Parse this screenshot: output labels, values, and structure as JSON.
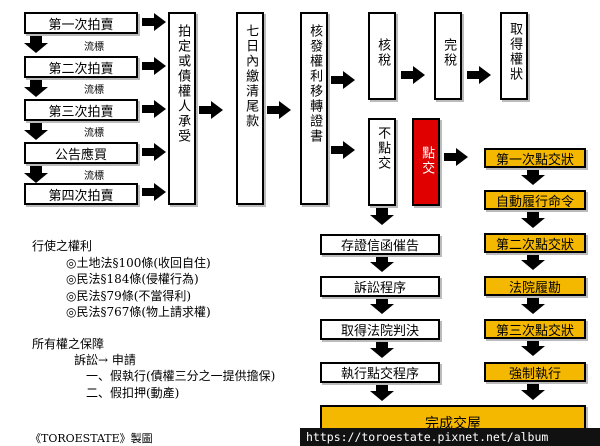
{
  "auctions": [
    {
      "label": "第一次拍賣",
      "note": "流標"
    },
    {
      "label": "第二次拍賣",
      "note": "流標"
    },
    {
      "label": "第三次拍賣",
      "note": "流標"
    },
    {
      "label": "公告應買",
      "note": "流標"
    },
    {
      "label": "第四次拍賣",
      "note": ""
    }
  ],
  "columns": {
    "winner": "拍定或債權人承受",
    "pay": "七日內繳清尾款",
    "cert": "核發權利移轉證書"
  },
  "branch_top": {
    "tax": "核稅",
    "paid": "完稅",
    "title": "取得權狀"
  },
  "branch_bottom": {
    "no_handover": "不點交",
    "handover": "點交"
  },
  "no_handover_steps": [
    "存證信函催告",
    "訴訟程序",
    "取得法院判決",
    "執行點交程序"
  ],
  "handover_steps": [
    "第一次點交狀",
    "自動履行命令",
    "第二次點交狀",
    "法院履勘",
    "第三次點交狀",
    "強制執行"
  ],
  "final": "完成交屋",
  "rights": {
    "title": "行使之權利",
    "items": [
      "◎土地法§100條(收回自住)",
      "◎民法§184條(侵權行為)",
      "◎民法§79條(不當得利)",
      "◎民法§767條(物上請求權)"
    ]
  },
  "ownership": {
    "title": "所有權之保障",
    "lines": [
      "訴訟→ 申請",
      "一、假執行(債權三分之一提供擔保)",
      "二、假扣押(動產)"
    ]
  },
  "footer": {
    "credit": "《TOROESTATE》製圖",
    "url": "https://toroestate.pixnet.net/album"
  }
}
